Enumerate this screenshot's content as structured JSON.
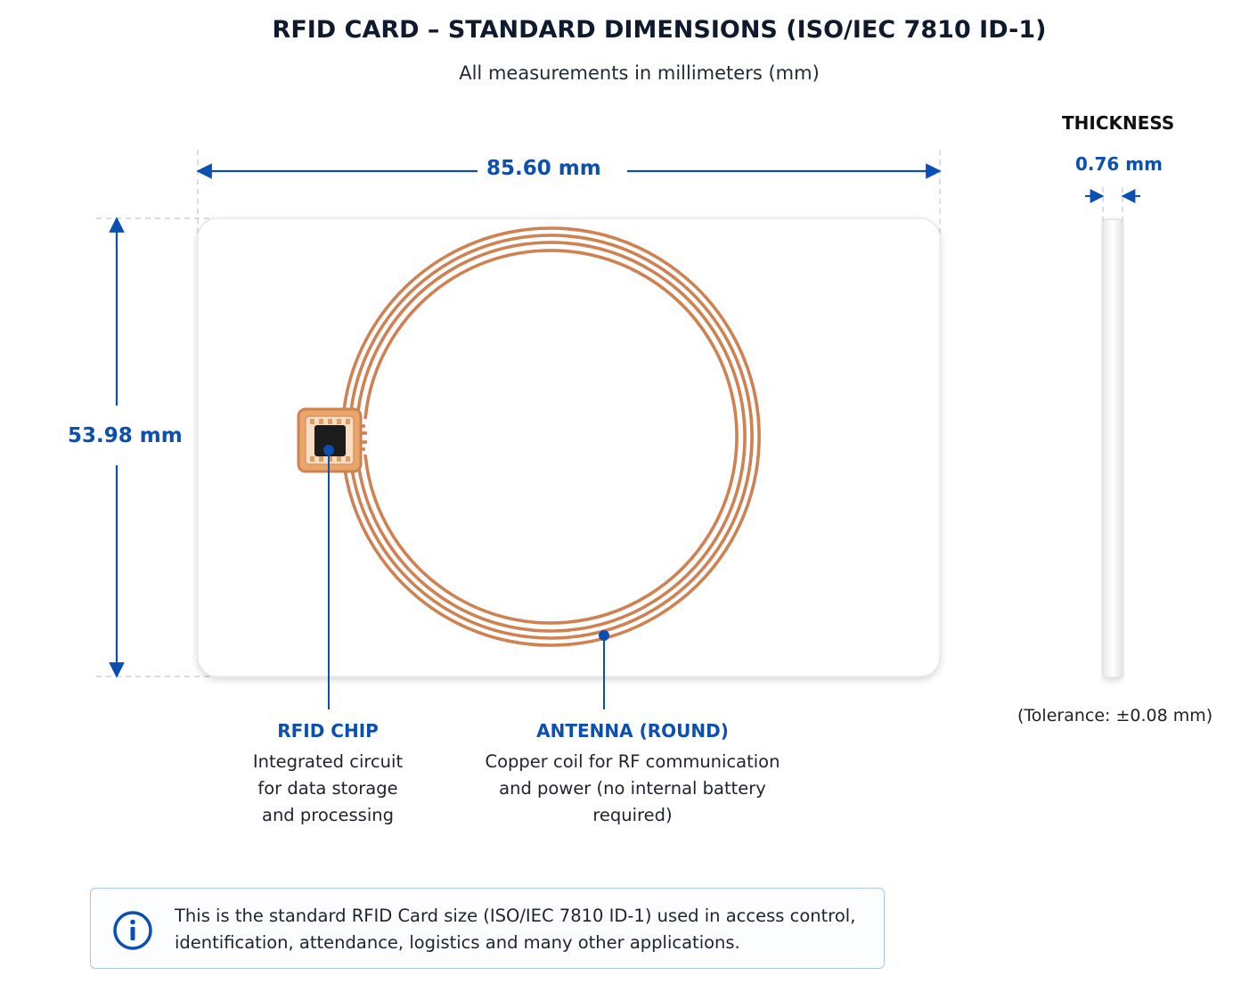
{
  "title": "RFID CARD – STANDARD DIMENSIONS (ISO/IEC 7810 ID-1)",
  "subtitle": "All measurements in millimeters (mm)",
  "dimensions": {
    "width": "85.60 mm",
    "height": "53.98 mm",
    "thickness_title": "THICKNESS",
    "thickness": "0.76 mm",
    "tolerance": "(Tolerance: ±0.08 mm)"
  },
  "callouts": {
    "chip": {
      "title": "RFID CHIP",
      "description": [
        "Integrated circuit",
        "for data storage",
        "and processing"
      ]
    },
    "antenna": {
      "title": "ANTENNA (ROUND)",
      "description": [
        "Copper coil for RF communication",
        "and power (no internal battery",
        "required)"
      ]
    }
  },
  "info": {
    "icon": "info-icon",
    "text": [
      "This is the standard RFID Card size (ISO/IEC 7810 ID-1) used in access control,",
      "identification, attendance, logistics and many other applications."
    ]
  },
  "colors": {
    "accent": "#0b4fb3",
    "copper": "#cf8152",
    "chip": "#1c1c1c",
    "chip_pad": "#e9a66b"
  }
}
